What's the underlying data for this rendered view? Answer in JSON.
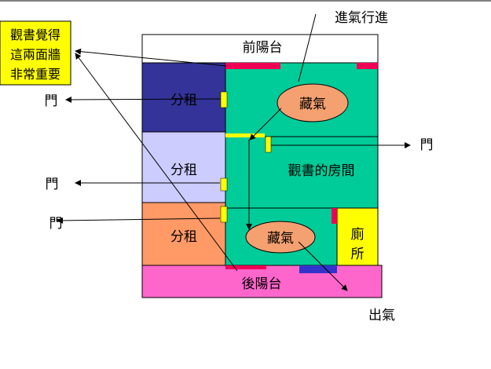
{
  "labels": {
    "front_balcony": "前陽台",
    "rear_balcony": "後陽台",
    "rent_1": "分租",
    "rent_2": "分租",
    "rent_3": "分租",
    "room": "觀書的房間",
    "chi_upper": "藏氣",
    "chi_lower": "藏氣",
    "toilet_1": "廁",
    "toilet_2": "所",
    "entry": "進氣行進",
    "exit": "出氣",
    "door_1": "門",
    "door_2": "門",
    "door_3": "門",
    "door_4": "門",
    "note_1": "觀書覺得",
    "note_2": "這兩面牆",
    "note_3": "非常重要"
  },
  "colors": {
    "green_room": "#00cc99",
    "navy_room": "#333399",
    "lavender_room": "#ccccff",
    "salmon_room": "#ff9966",
    "toilet": "#ffff00",
    "balcony_pink": "#ff66cc",
    "wall_red": "#ee0055",
    "door_yellow": "#ffff00",
    "oval_fill": "#f4a070",
    "blue_strip": "#3333cc"
  }
}
